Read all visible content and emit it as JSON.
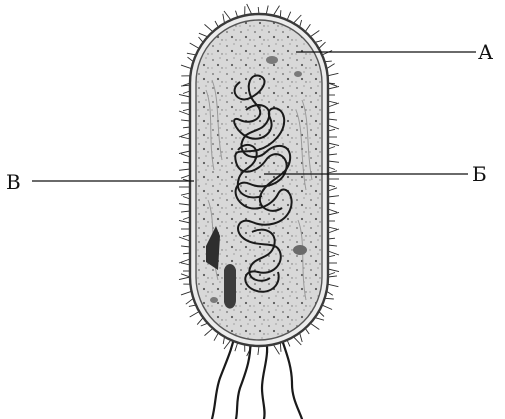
{
  "labels": {
    "a": "А",
    "b": "Б",
    "v": "В"
  },
  "colors": {
    "ink": "#111111",
    "cytoplasm": "#dcdcdc",
    "cell_wall": "#3a3a3a"
  }
}
